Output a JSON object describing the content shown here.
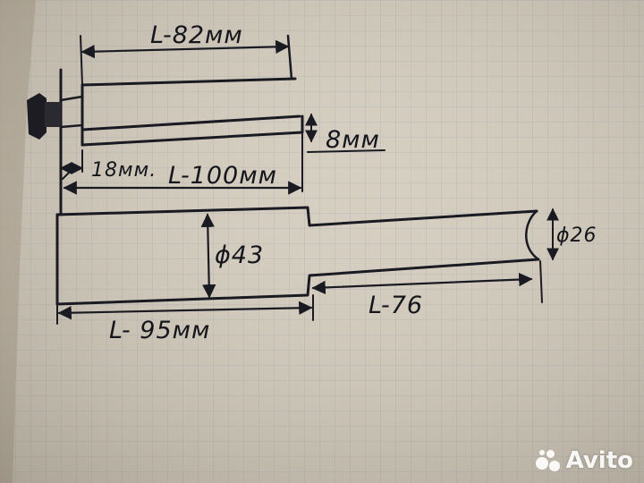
{
  "drawing": {
    "labels": {
      "top_length": "L-82мм",
      "thickness": "8мм",
      "offset": "18мм.",
      "total_length": "L-100мм",
      "large_diameter": "ϕ43",
      "small_diameter": "ϕ26",
      "small_length": "L-76",
      "large_length": "L- 95мм"
    }
  },
  "watermark": {
    "brand": "Avito"
  },
  "colors": {
    "paper": "#c9c0b0",
    "grid": "#8f9bb0",
    "ink": "#1a1a22"
  }
}
